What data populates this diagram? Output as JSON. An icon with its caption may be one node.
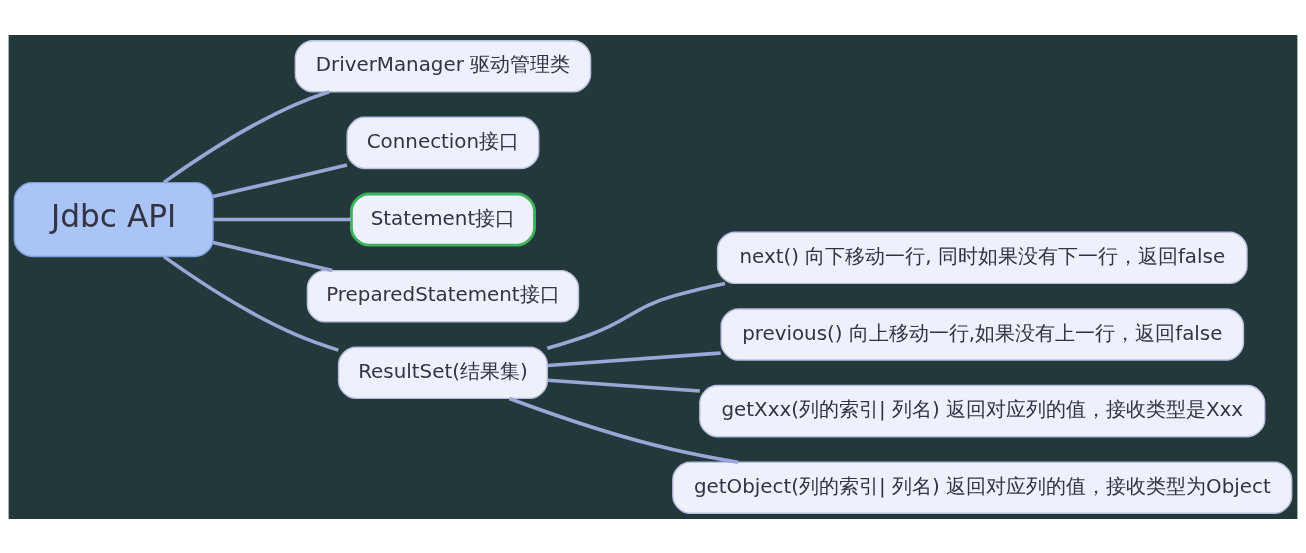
{
  "diagram": {
    "nodes": [
      {
        "text": [
          "Jdbc API"
        ]
      },
      {
        "text": [
          "DriverManager 驱动管理类"
        ]
      },
      {
        "text": [
          "Connection接口"
        ]
      },
      {
        "text": [
          "Statement接口"
        ]
      },
      {
        "text": [
          "PreparedStatement接口"
        ]
      },
      {
        "text": [
          "ResultSet(结果集)"
        ]
      },
      {
        "text": [
          "next() 向下移动一行, 同时如果没有下一行，返回false"
        ]
      },
      {
        "text": [
          "previous() 向上移动一行,如果没有上一行，返回false"
        ]
      },
      {
        "text": [
          "getXxx(列的索引| 列名) 返回对应列的值，接收类型是Xxx"
        ]
      },
      {
        "text": [
          "getObject(列的索引| 列名) 返回对应列的值，接收类型为Object"
        ]
      }
    ],
    "edges": [
      {
        "from": 0,
        "to": 1,
        "arrow": "none"
      },
      {
        "from": 0,
        "to": 2,
        "arrow": "none"
      },
      {
        "from": 0,
        "to": 3,
        "arrow": "none"
      },
      {
        "from": 0,
        "to": 4,
        "arrow": "none"
      },
      {
        "from": 0,
        "to": 5,
        "arrow": "none"
      },
      {
        "from": 5,
        "to": 6,
        "arrow": "none"
      },
      {
        "from": 5,
        "to": 7,
        "arrow": "none"
      },
      {
        "from": 5,
        "to": 8,
        "arrow": "none"
      },
      {
        "from": 5,
        "to": 9,
        "arrow": "none"
      }
    ]
  }
}
